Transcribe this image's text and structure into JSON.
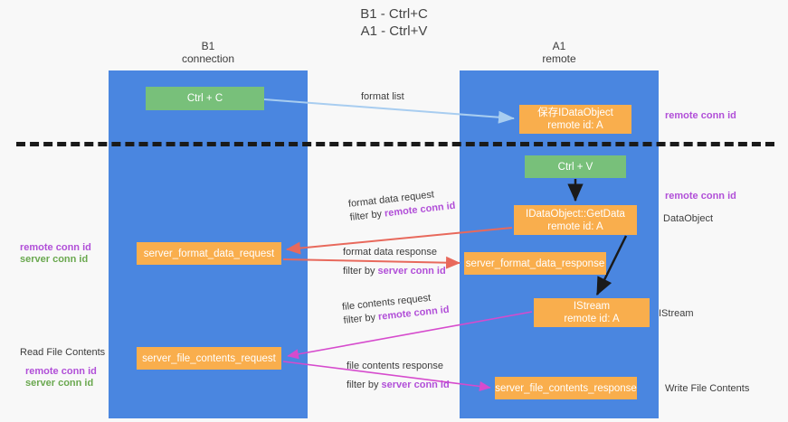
{
  "title": {
    "line1": "B1 - Ctrl+C",
    "line2": "A1 - Ctrl+V"
  },
  "columns": [
    {
      "id": "b1",
      "name": "B1",
      "role": "connection"
    },
    {
      "id": "a1",
      "name": "A1",
      "role": "remote"
    }
  ],
  "boxes": {
    "ctrl_c": "Ctrl + C",
    "save_dataobject_line1": "保存IDataObject",
    "save_dataobject_line2": "remote id: A",
    "ctrl_v": "Ctrl + V",
    "getdata_line1": "IDataObject::GetData",
    "getdata_line2": "remote id: A",
    "server_format_data_request": "server_format_data_request",
    "server_format_data_response": "server_format_data_response",
    "istream_line1": "IStream",
    "istream_line2": "remote id: A",
    "server_file_contents_request": "server_file_contents_request",
    "server_file_contents_response": "server_file_contents_response"
  },
  "edge_labels": {
    "format_list": "format list",
    "format_data_request": "format data request",
    "format_data_request_filter_prefix": "filter by ",
    "format_data_request_filter_key": "remote conn id",
    "format_data_response": "format data response",
    "format_data_response_filter_prefix": "filter by ",
    "format_data_response_filter_key": "server conn id",
    "file_contents_request": "file contents request",
    "file_contents_request_filter_prefix": "filter by ",
    "file_contents_request_filter_key": "remote conn id",
    "file_contents_response": "file contents response",
    "file_contents_response_filter_prefix": "filter by ",
    "file_contents_response_filter_key": "server conn id"
  },
  "annotations": {
    "right_remote_conn_id_top": "remote conn id",
    "right_remote_conn_id_mid": "remote conn id",
    "right_dataobject": "DataObject",
    "right_istream": "IStream",
    "right_write_file_contents": "Write File Contents",
    "left_remote_conn_id": "remote conn id",
    "left_server_conn_id": "server conn id",
    "left_read_file_contents": "Read File Contents",
    "left_remote_conn_id_2": "remote conn id",
    "left_server_conn_id_2": "server conn id"
  },
  "colors": {
    "lane": "#4a86e0",
    "green_box": "#78c07a",
    "orange_box": "#f9ae4d",
    "arrow_format_list": "#a8cdf0",
    "arrow_black": "#1a1a1a",
    "arrow_red": "#e8695c",
    "arrow_magenta": "#d64bcd",
    "text_purple": "#b14fd8",
    "text_green": "#6aa84f",
    "divider": "#1a1a1a",
    "background": "#f8f8f8"
  }
}
